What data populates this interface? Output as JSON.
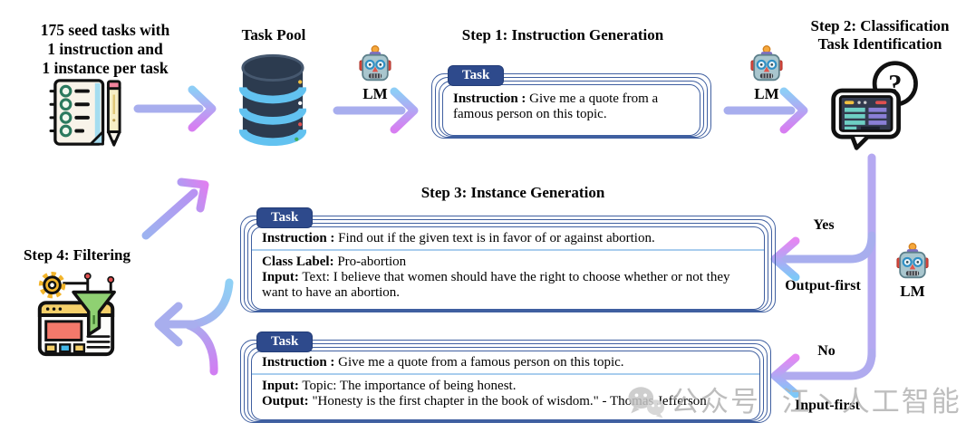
{
  "seed": {
    "lines": [
      "175 seed tasks with",
      "1 instruction and",
      "1 instance per task"
    ]
  },
  "task_pool": {
    "label": "Task Pool"
  },
  "lm_label": "LM",
  "steps": {
    "step1_title": "Step 1: Instruction Generation",
    "step2_title_line1": "Step 2: Classification",
    "step2_title_line2": "Task Identification",
    "step3_title": "Step 3: Instance Generation",
    "step4_title": "Step 4: Filtering"
  },
  "step2_icon": {
    "question": "?"
  },
  "cards": {
    "tab_label": "Task",
    "step1": {
      "instruction_label": "Instruction :",
      "instruction": "Give me a quote from a famous person on this topic."
    },
    "output_first": {
      "instruction_label": "Instruction :",
      "instruction": "Find out if the given text is in favor of or against abortion.",
      "class_label_key": "Class Label:",
      "class_label": "Pro-abortion",
      "input_key": "Input:",
      "input": "Text: I believe that women should have the right to choose whether or not they want to have an abortion."
    },
    "input_first": {
      "instruction_label": "Instruction :",
      "instruction": "Give me a quote from a famous person on this topic.",
      "input_key": "Input:",
      "input": "Topic: The importance of being honest.",
      "output_key": "Output:",
      "output": "\"Honesty is the first chapter in the book of wisdom.\" - Thomas Jefferson"
    }
  },
  "branches": {
    "yes": "Yes",
    "output_first": "Output-first",
    "no": "No",
    "input_first": "Input-first"
  },
  "watermark": {
    "text": "公众号  江丶人工智能"
  },
  "colors": {
    "arrow_shaft": "#a8aeee",
    "arrow_head_blue": "#8ecdf6",
    "arrow_head_magenta": "#d77ef1",
    "vertical_line": "#b5a9f1",
    "tab_bg": "#2e4a8c",
    "card_border": "#3f5fa0",
    "card_divider": "#a9cdee",
    "db_body": "#2c3b4f",
    "db_band": "#62c2f0"
  }
}
